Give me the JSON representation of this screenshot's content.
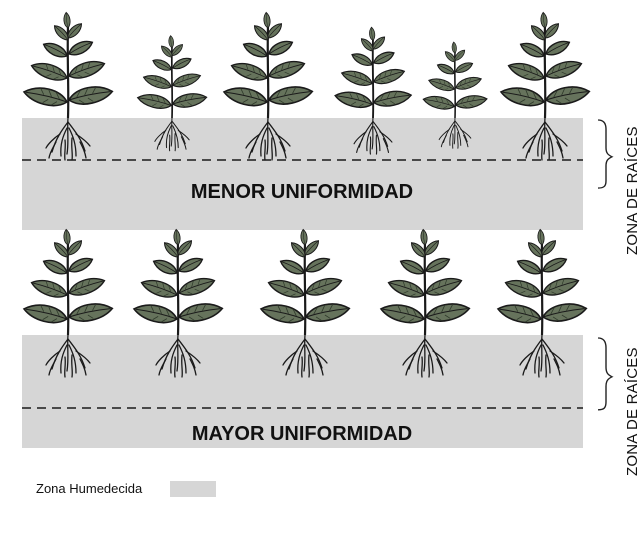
{
  "top_panel": {
    "ground_label": "MENOR UNIFORMIDAD",
    "side_label": "ZONA DE RAÍCES",
    "plant_scales": [
      1.0,
      0.78,
      1.0,
      0.86,
      0.72,
      1.0
    ]
  },
  "bottom_panel": {
    "ground_label": "MAYOR UNIFORMIDAD",
    "side_label": "ZONA DE RAÍCES",
    "plant_scales": [
      1.0,
      1.0,
      1.0,
      1.0,
      1.0
    ]
  },
  "legend": {
    "label": "Zona Humedecida"
  },
  "colors": {
    "wet_zone": "#d6d6d6",
    "leaf": "#5e6b55",
    "leaf_dark": "#2f3a2b",
    "outline": "#1a1a1a"
  }
}
